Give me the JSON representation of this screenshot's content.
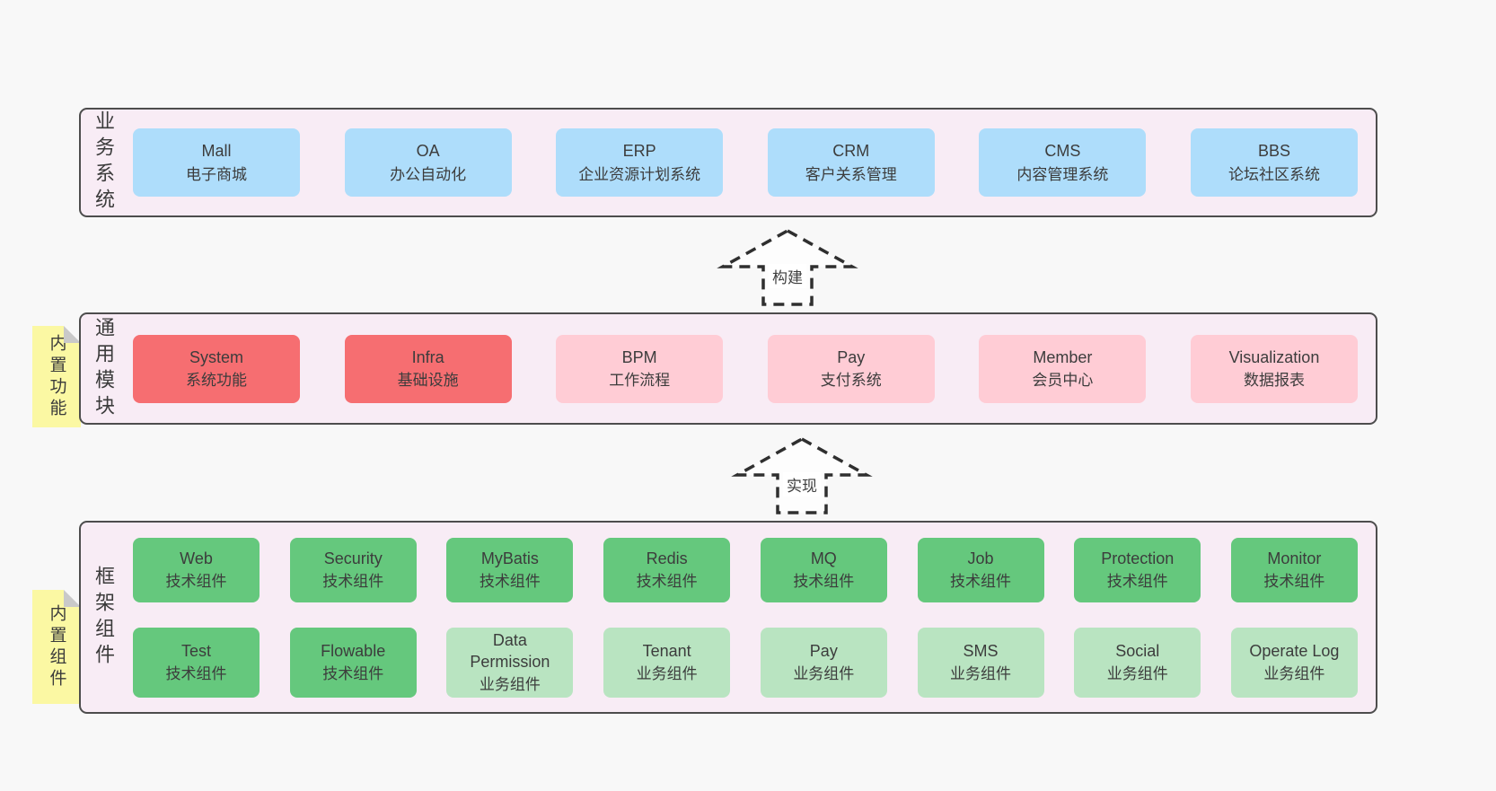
{
  "colors": {
    "page_bg": "#f8f8f8",
    "container_bg": "#f8ecf5",
    "container_border": "#4d4d4d",
    "box_blue": "#aeddfb",
    "box_red": "#f66e71",
    "box_pink": "#ffccd5",
    "box_green_dark": "#65c87d",
    "box_green_light": "#b9e4c1",
    "note_yellow": "#fbf8a3",
    "note_fold_gray": "#c9c9c9"
  },
  "arrows": {
    "build": "构建",
    "implement": "实现",
    "direction": "up",
    "style": "dashed-outline"
  },
  "business": {
    "label": "业务系统",
    "boxes": [
      {
        "name": "Mall",
        "desc": "电子商城"
      },
      {
        "name": "OA",
        "desc": "办公自动化"
      },
      {
        "name": "ERP",
        "desc": "企业资源计划系统"
      },
      {
        "name": "CRM",
        "desc": "客户关系管理"
      },
      {
        "name": "CMS",
        "desc": "内容管理系统"
      },
      {
        "name": "BBS",
        "desc": "论坛社区系统"
      }
    ]
  },
  "modules": {
    "label": "通用模块",
    "note": "内置功能",
    "boxes": [
      {
        "name": "System",
        "desc": "系统功能",
        "variant": "red"
      },
      {
        "name": "Infra",
        "desc": "基础设施",
        "variant": "red"
      },
      {
        "name": "BPM",
        "desc": "工作流程",
        "variant": "pink"
      },
      {
        "name": "Pay",
        "desc": "支付系统",
        "variant": "pink"
      },
      {
        "name": "Member",
        "desc": "会员中心",
        "variant": "pink"
      },
      {
        "name": "Visualization",
        "desc": "数据报表",
        "variant": "pink"
      }
    ]
  },
  "components": {
    "label": "框架组件",
    "note": "内置组件",
    "row1": [
      {
        "name": "Web",
        "desc": "技术组件",
        "variant": "green-dark"
      },
      {
        "name": "Security",
        "desc": "技术组件",
        "variant": "green-dark"
      },
      {
        "name": "MyBatis",
        "desc": "技术组件",
        "variant": "green-dark"
      },
      {
        "name": "Redis",
        "desc": "技术组件",
        "variant": "green-dark"
      },
      {
        "name": "MQ",
        "desc": "技术组件",
        "variant": "green-dark"
      },
      {
        "name": "Job",
        "desc": "技术组件",
        "variant": "green-dark"
      },
      {
        "name": "Protection",
        "desc": "技术组件",
        "variant": "green-dark"
      },
      {
        "name": "Monitor",
        "desc": "技术组件",
        "variant": "green-dark"
      }
    ],
    "row2": [
      {
        "name": "Test",
        "desc": "技术组件",
        "variant": "green-dark"
      },
      {
        "name": "Flowable",
        "desc": "技术组件",
        "variant": "green-dark"
      },
      {
        "name": "Data Permission",
        "desc": "业务组件",
        "variant": "green-light"
      },
      {
        "name": "Tenant",
        "desc": "业务组件",
        "variant": "green-light"
      },
      {
        "name": "Pay",
        "desc": "业务组件",
        "variant": "green-light"
      },
      {
        "name": "SMS",
        "desc": "业务组件",
        "variant": "green-light"
      },
      {
        "name": "Social",
        "desc": "业务组件",
        "variant": "green-light"
      },
      {
        "name": "Operate Log",
        "desc": "业务组件",
        "variant": "green-light"
      }
    ]
  }
}
